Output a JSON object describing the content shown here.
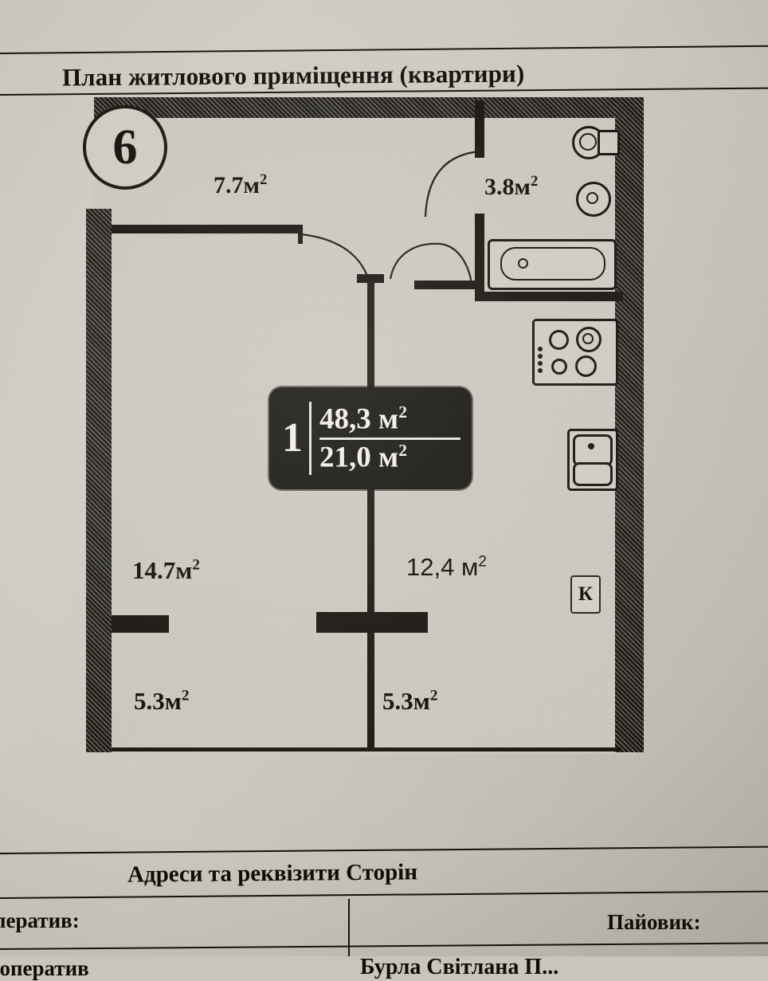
{
  "document": {
    "title": "План житлового приміщення (квартири)",
    "bottom_section_title": "Адреси та реквізити Сторін"
  },
  "plan": {
    "corner_marker": "6",
    "summary_badge": {
      "rooms": "1",
      "total_area": "48,3 м",
      "total_area_sup": "2",
      "living_area": "21,0 м",
      "living_area_sup": "2"
    },
    "rooms": [
      {
        "name": "hallway",
        "label": "7.7м",
        "sup": "2"
      },
      {
        "name": "bathroom",
        "label": "3.8м",
        "sup": "2"
      },
      {
        "name": "living-room",
        "label": "14.7м",
        "sup": "2"
      },
      {
        "name": "kitchen",
        "label": "12,4 м",
        "sup": "2"
      },
      {
        "name": "balcony-left",
        "label": "5.3м",
        "sup": "2"
      },
      {
        "name": "balcony-right",
        "label": "5.3м",
        "sup": "2"
      }
    ],
    "kitchen_marker": "К",
    "fixtures": [
      "toilet",
      "sink",
      "bathtub",
      "stove",
      "kitchen-sink"
    ]
  },
  "bottom_table": {
    "left_header": "ператив:",
    "right_header": "Пайовик:",
    "left_value": "ооператив",
    "right_value": "Бурла Світлана П..."
  },
  "colors": {
    "paper": "#cfcbc1",
    "ink": "#15120d",
    "badge_bg": "#100e0a",
    "badge_text": "#f4f1ea"
  }
}
